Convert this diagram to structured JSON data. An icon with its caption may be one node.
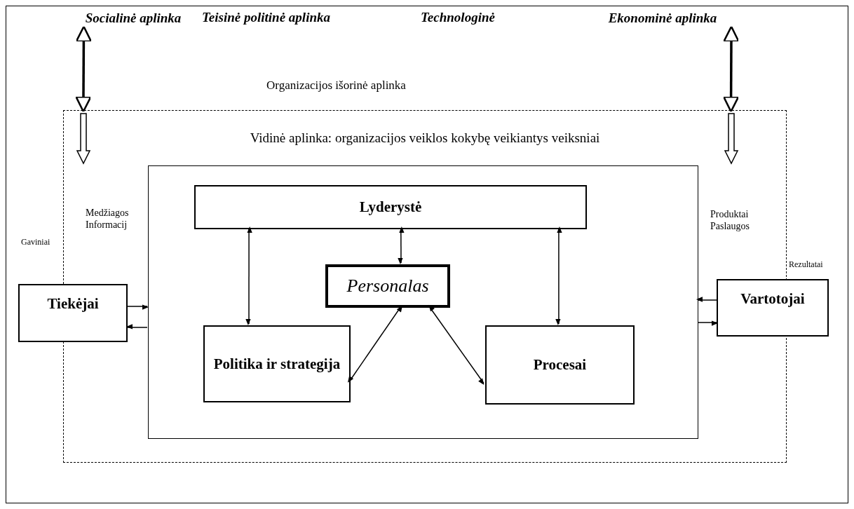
{
  "diagram": {
    "nodes": [
      {
        "text": [
          "Socialinė aplinka"
        ]
      },
      {
        "text": [
          "Ekonominė aplinka"
        ]
      },
      {
        "text": [
          "Vidinė aplinka: organizacijos veiklos kokybę veikiantys veiksniai"
        ]
      },
      {
        "text": [],
        "shape": "box",
        "in": 2
      },
      {
        "text": [
          "Lyderystė"
        ],
        "in": 3
      },
      {
        "text": [
          "Personalas"
        ],
        "in": 3
      },
      {
        "text": [
          "Politika ir strategija"
        ],
        "in": 3
      },
      {
        "text": [
          "Procesai"
        ],
        "in": 3
      },
      {
        "text": [
          "Tiekėjai"
        ]
      },
      {
        "text": [
          "Vartotojai"
        ]
      }
    ],
    "edges": [
      {
        "from": 0,
        "to": 2,
        "arrow": "both",
        "style": "thick"
      },
      {
        "from": 1,
        "to": 2,
        "arrow": "both",
        "style": "thick"
      },
      {
        "from": 8,
        "to": 3,
        "arrow": "to"
      },
      {
        "from": 3,
        "to": 8,
        "arrow": "to"
      },
      {
        "from": 9,
        "to": 3,
        "arrow": "to"
      },
      {
        "from": 3,
        "to": 9,
        "arrow": "to"
      },
      {
        "from": 4,
        "to": 6,
        "arrow": "both"
      },
      {
        "from": 4,
        "to": 5,
        "arrow": "both"
      },
      {
        "from": 4,
        "to": 7,
        "arrow": "both"
      },
      {
        "from": 5,
        "to": 6,
        "arrow": "both"
      },
      {
        "from": 5,
        "to": 7,
        "arrow": "both"
      }
    ],
    "labels": [
      "Teisinė politinė aplinka",
      "Technologinė",
      "Organizacijos išorinė aplinka",
      "Medžiagos Informacij",
      "Produktai Paslaugos",
      "Gaviniai",
      "Rezultatai"
    ]
  }
}
